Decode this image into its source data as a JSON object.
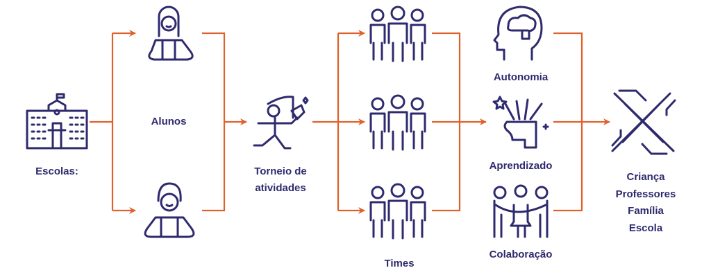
{
  "colors": {
    "accent": "#e0602a",
    "text": "#2e2a6e"
  },
  "nodes": {
    "escolas": {
      "label": "Escolas:",
      "icon": "school-icon"
    },
    "alunos": {
      "label": "Alunos",
      "icons": [
        "girl-student-icon",
        "boy-student-icon"
      ]
    },
    "torneio": {
      "line1": "Torneio de",
      "line2": "atividades",
      "icon": "cheering-runner-icon"
    },
    "times": {
      "label": "Times",
      "icon": "team-icon"
    },
    "autonomia": {
      "label": "Autonomia",
      "icon": "brain-head-icon"
    },
    "aprendizado": {
      "label": "Aprendizado",
      "icon": "creative-mind-icon"
    },
    "colaboracao": {
      "label": "Colaboração",
      "icon": "group-hug-icon"
    },
    "resultado": {
      "lines": [
        "Criança",
        "Professores",
        "Família",
        "Escola"
      ],
      "icon": "joined-hands-icon"
    }
  }
}
